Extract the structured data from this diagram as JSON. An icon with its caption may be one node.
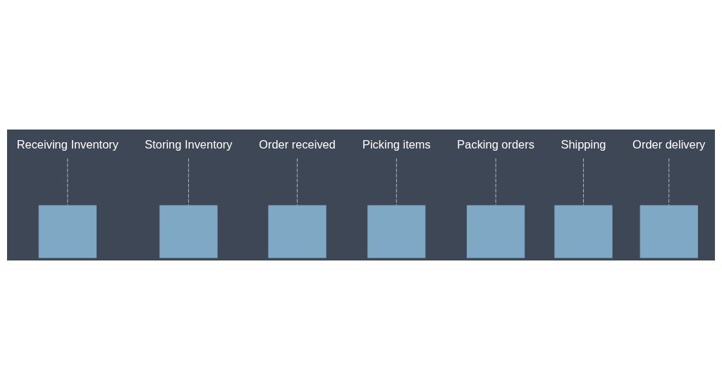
{
  "diagram": {
    "nodes": [
      {
        "text": [
          "Receiving Inventory"
        ]
      },
      {
        "text": [
          "Storing Inventory"
        ]
      },
      {
        "text": [
          "Order received"
        ]
      },
      {
        "text": [
          "Picking items"
        ]
      },
      {
        "text": [
          "Packing orders"
        ]
      },
      {
        "text": [
          "Shipping"
        ]
      },
      {
        "text": [
          "Order delivery"
        ]
      },
      {
        "text": [],
        "shape": "box"
      },
      {
        "text": [],
        "shape": "box"
      },
      {
        "text": [],
        "shape": "box"
      },
      {
        "text": [],
        "shape": "box"
      },
      {
        "text": [],
        "shape": "box"
      },
      {
        "text": [],
        "shape": "box"
      },
      {
        "text": [],
        "shape": "box"
      }
    ],
    "edges": [
      {
        "from": 0,
        "to": 7,
        "arrow": "none",
        "style": "dashed"
      },
      {
        "from": 1,
        "to": 8,
        "arrow": "none",
        "style": "dashed"
      },
      {
        "from": 2,
        "to": 9,
        "arrow": "none",
        "style": "dashed"
      },
      {
        "from": 3,
        "to": 10,
        "arrow": "none",
        "style": "dashed"
      },
      {
        "from": 4,
        "to": 11,
        "arrow": "none",
        "style": "dashed"
      },
      {
        "from": 5,
        "to": 12,
        "arrow": "none",
        "style": "dashed"
      },
      {
        "from": 6,
        "to": 13,
        "arrow": "none",
        "style": "dashed"
      }
    ]
  }
}
